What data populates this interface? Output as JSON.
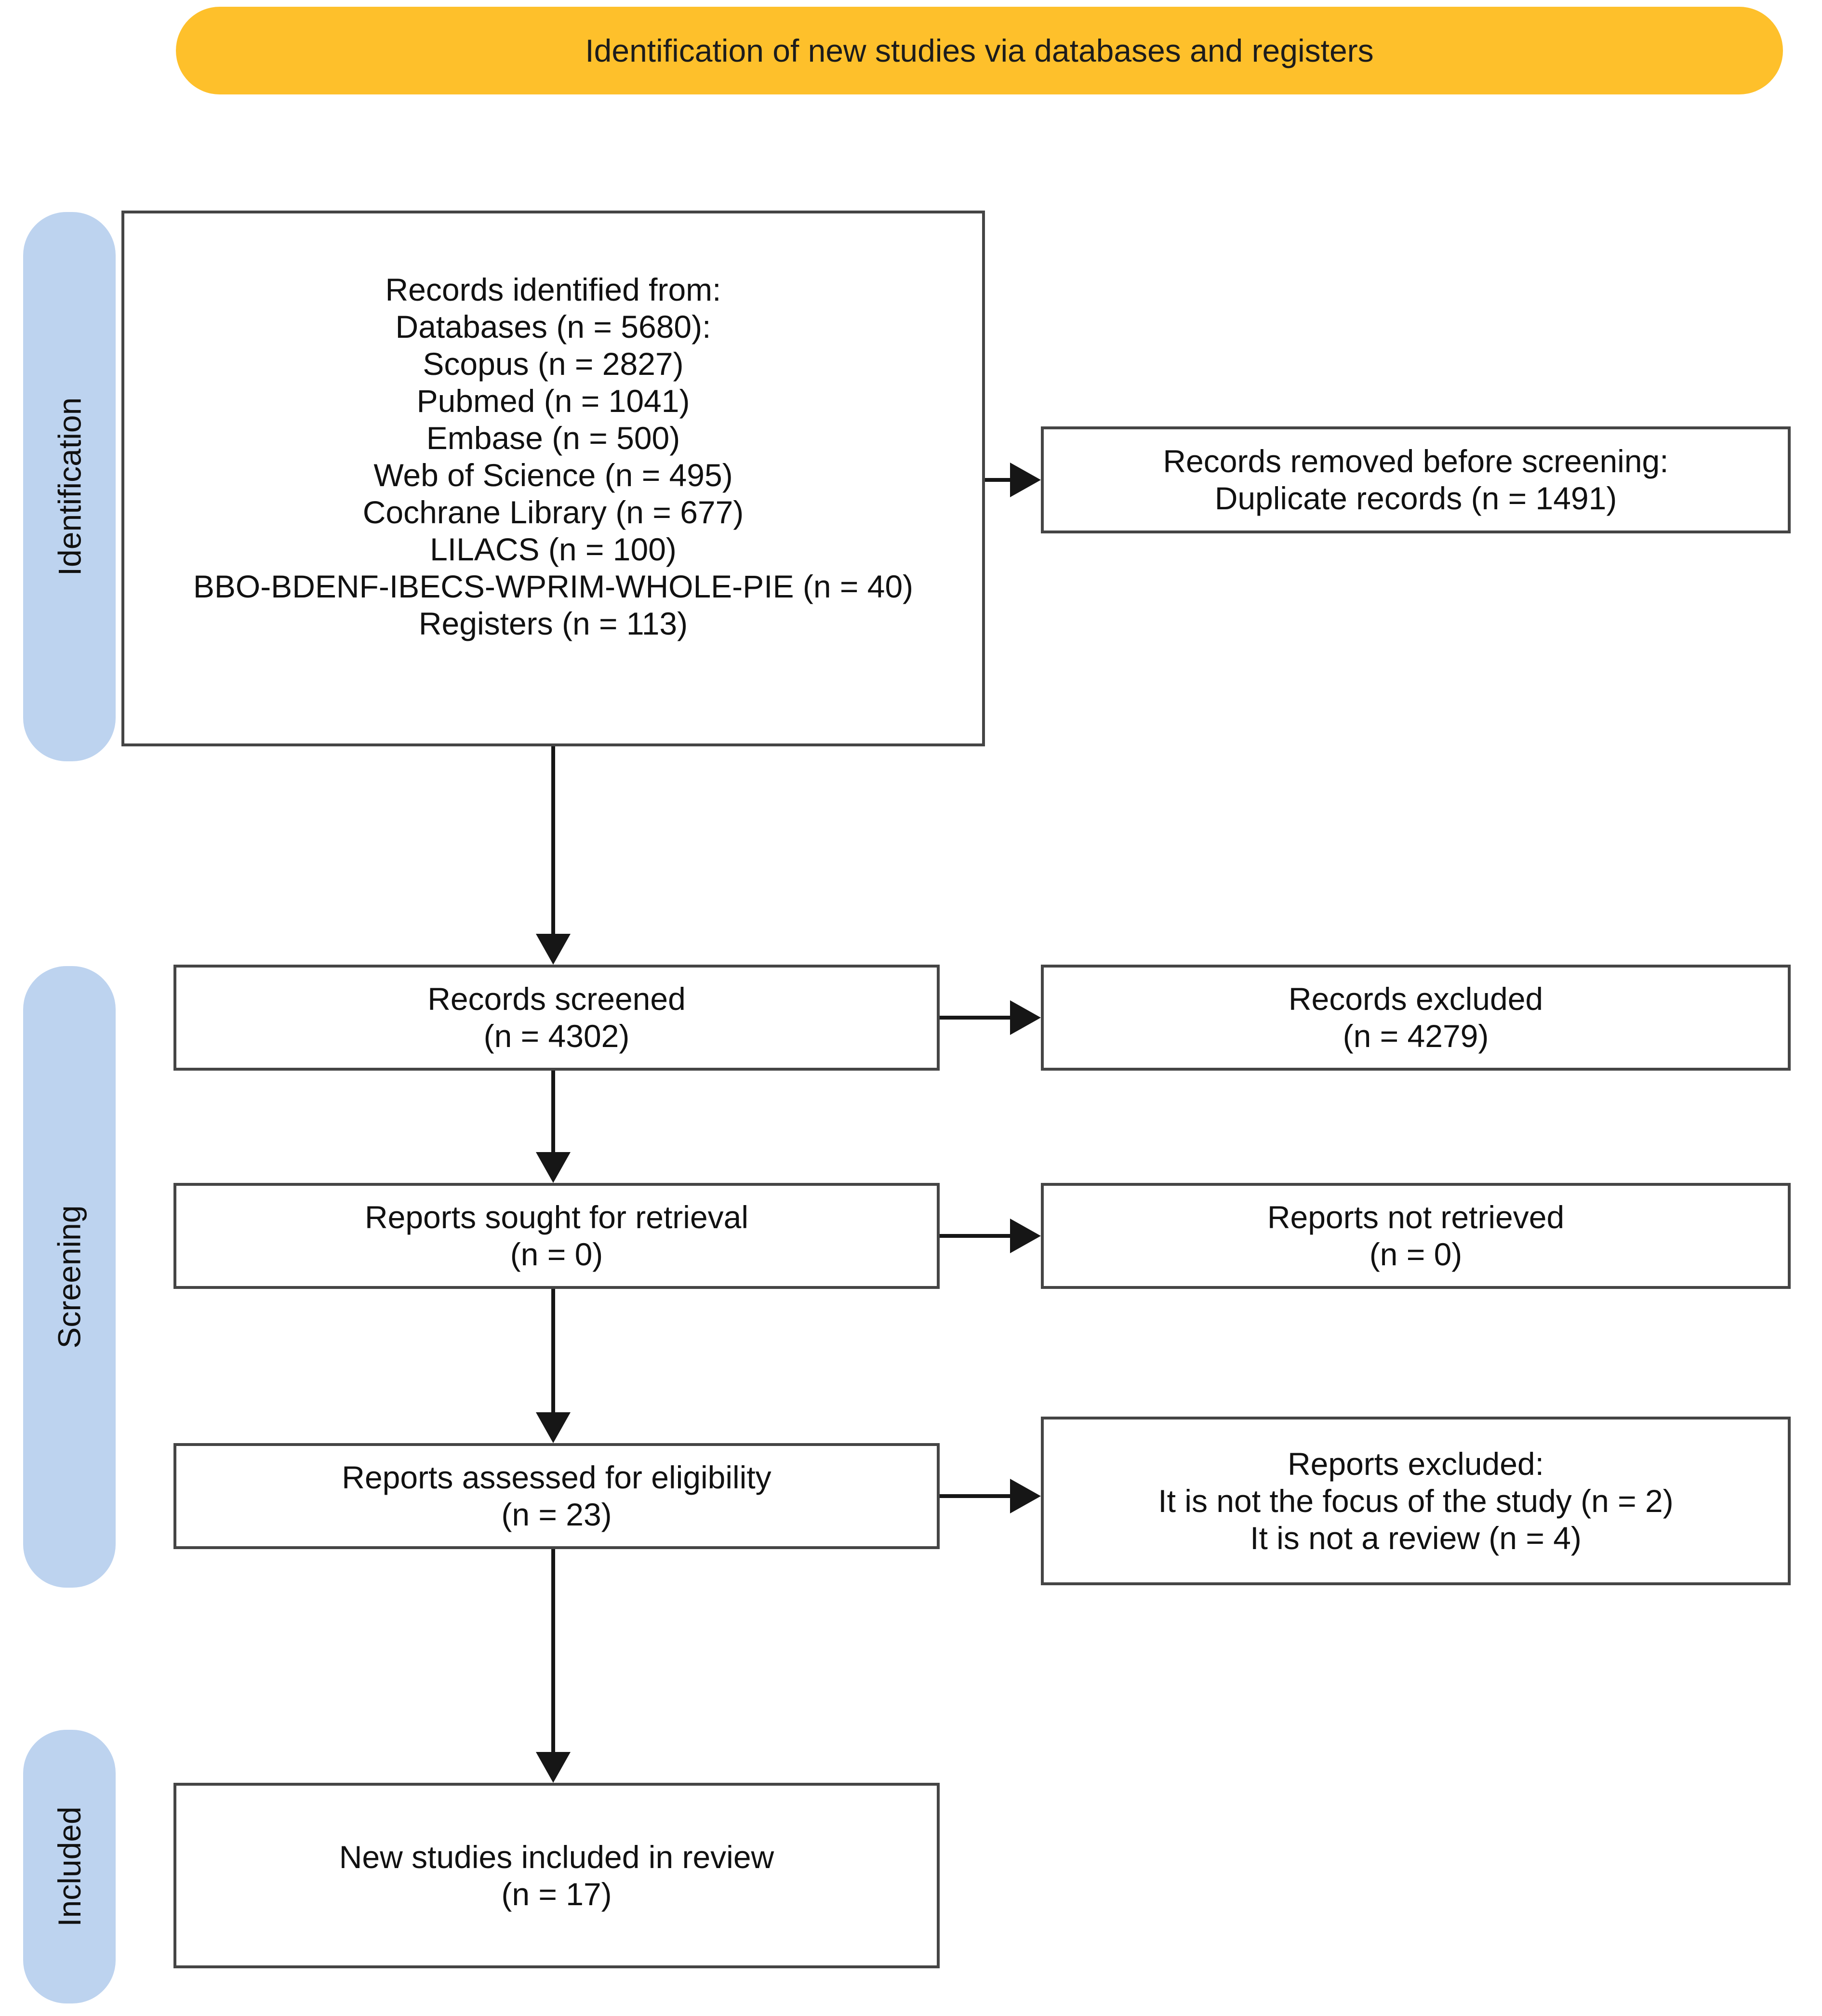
{
  "banner": {
    "title": "Identification of new studies via databases and registers"
  },
  "stages": [
    {
      "label": "Identification"
    },
    {
      "label": "Screening"
    },
    {
      "label": "Included"
    }
  ],
  "boxes": {
    "records_identified": {
      "lines": [
        "Records identified from:",
        "Databases (n = 5680):",
        "Scopus (n = 2827)",
        "Pubmed (n = 1041)",
        "Embase (n = 500)",
        "Web of Science (n = 495)",
        "Cochrane Library (n = 677)",
        "LILACS (n = 100)",
        "BBO-BDENF-IBECS-WPRIM-WHOLE-PIE (n = 40)",
        "Registers (n = 113)"
      ]
    },
    "records_removed": {
      "lines": [
        "Records removed before screening:",
        "Duplicate records (n = 1491)"
      ]
    },
    "records_screened": {
      "lines": [
        "Records screened",
        "(n = 4302)"
      ]
    },
    "records_excluded": {
      "lines": [
        "Records excluded",
        "(n = 4279)"
      ]
    },
    "reports_sought": {
      "lines": [
        "Reports sought for retrieval",
        "(n = 0)"
      ]
    },
    "reports_not_retrieved": {
      "lines": [
        "Reports not retrieved",
        "(n = 0)"
      ]
    },
    "reports_assessed": {
      "lines": [
        "Reports assessed for eligibility",
        "(n = 23)"
      ]
    },
    "reports_excluded": {
      "lines": [
        "Reports excluded:",
        "It is not the focus of the study (n = 2)",
        "It is not a review (n = 4)"
      ]
    },
    "new_studies_included": {
      "lines": [
        "New studies included in review",
        "(n = 17)"
      ]
    }
  },
  "colors": {
    "banner_bg": "#FEC02B",
    "stage_bg": "#BDD3EF",
    "box_border": "#454545",
    "arrow": "#161616"
  }
}
